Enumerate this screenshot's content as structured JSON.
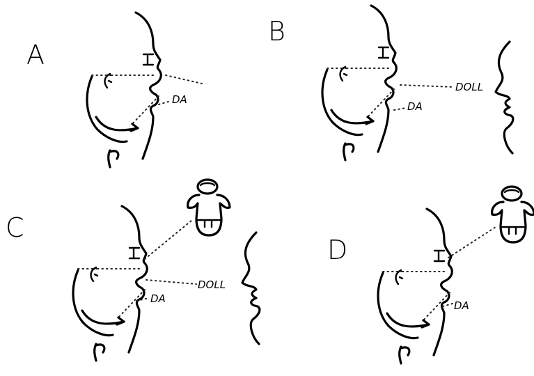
{
  "panels": [
    {
      "letter": "A",
      "utterances": [
        "DA"
      ]
    },
    {
      "letter": "B",
      "utterances": [
        "DA",
        "DOLL"
      ]
    },
    {
      "letter": "C",
      "utterances": [
        "DA",
        "DOLL"
      ]
    },
    {
      "letter": "D",
      "utterances": [
        "DA"
      ]
    }
  ]
}
